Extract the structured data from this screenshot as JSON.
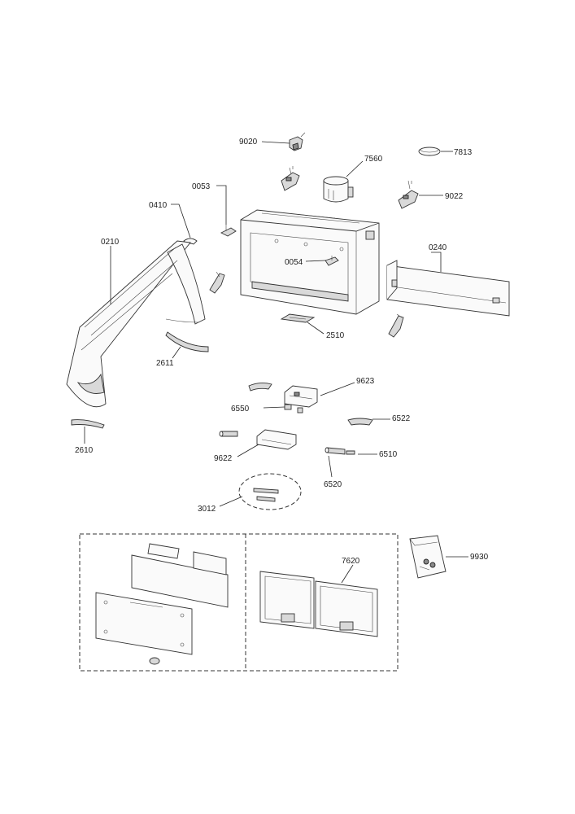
{
  "labels": {
    "l9020": "9020",
    "l7560": "7560",
    "l7813": "7813",
    "l0053": "0053",
    "l9022": "9022",
    "l0410": "0410",
    "l0210": "0210",
    "l0054": "0054",
    "l0240": "0240",
    "l2510": "2510",
    "l2611": "2611",
    "l9623": "9623",
    "l6550": "6550",
    "l6522": "6522",
    "l2610": "2610",
    "l9622": "9622",
    "l6510": "6510",
    "l6520": "6520",
    "l3012": "3012",
    "l7620": "7620",
    "l9930": "9930"
  }
}
